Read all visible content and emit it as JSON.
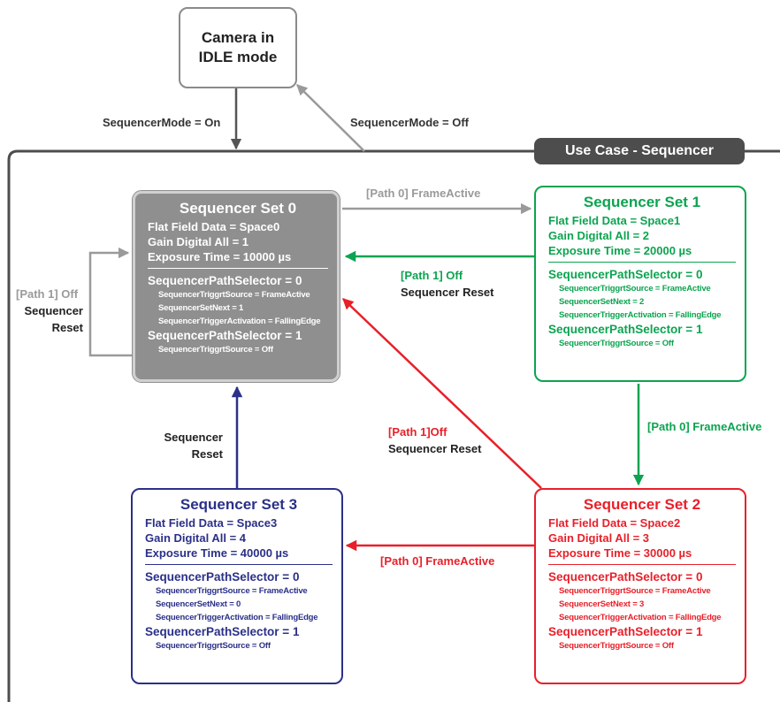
{
  "idle": {
    "line1": "Camera in",
    "line2": "IDLE mode"
  },
  "transitions": {
    "mode_on": "SequencerMode = On",
    "mode_off": "SequencerMode = Off",
    "s0_to_s1": "[Path 0] FrameActive",
    "s1_to_s0_path": "[Path 1] Off",
    "s1_to_s0_reset": "Sequencer Reset",
    "s0_self_path": "[Path 1] Off",
    "s0_self_reset1": "Sequencer",
    "s0_self_reset2": "Reset",
    "s1_to_s2": "[Path 0] FrameActive",
    "s2_to_s0_path": "[Path 1]Off",
    "s2_to_s0_reset": "Sequencer Reset",
    "s2_to_s3": "[Path 0] FrameActive",
    "s3_to_s0_reset1": "Sequencer",
    "s3_to_s0_reset2": "Reset"
  },
  "use_case": "Use Case - Sequencer",
  "sets": {
    "set0": {
      "title": "Sequencer Set 0",
      "flat_field": "Flat Field Data = Space0",
      "gain": "Gain Digital All = 1",
      "exposure": "Exposure Time = 10000 µs",
      "sel0": "SequencerPathSelector = 0",
      "trig_src0": "SequencerTriggrtSource = FrameActive",
      "set_next": "SequencerSetNext = 1",
      "trig_act": "SequencerTriggerActivation = FallingEdge",
      "sel1": "SequencerPathSelector = 1",
      "trig_src1": "SequencerTriggrtSource = Off"
    },
    "set1": {
      "title": "Sequencer Set 1",
      "flat_field": "Flat Field Data = Space1",
      "gain": "Gain Digital All = 2",
      "exposure": "Exposure Time = 20000 µs",
      "sel0": "SequencerPathSelector = 0",
      "trig_src0": "SequencerTriggrtSource = FrameActive",
      "set_next": "SequencerSetNext = 2",
      "trig_act": "SequencerTriggerActivation = FallingEdge",
      "sel1": "SequencerPathSelector = 1",
      "trig_src1": "SequencerTriggrtSource = Off"
    },
    "set2": {
      "title": "Sequencer Set 2",
      "flat_field": "Flat Field Data = Space2",
      "gain": "Gain Digital All = 3",
      "exposure": "Exposure Time = 30000 µs",
      "sel0": "SequencerPathSelector = 0",
      "trig_src0": "SequencerTriggrtSource = FrameActive",
      "set_next": "SequencerSetNext = 3",
      "trig_act": "SequencerTriggerActivation = FallingEdge",
      "sel1": "SequencerPathSelector = 1",
      "trig_src1": "SequencerTriggrtSource = Off"
    },
    "set3": {
      "title": "Sequencer Set 3",
      "flat_field": "Flat Field Data = Space3",
      "gain": "Gain Digital All = 4",
      "exposure": "Exposure Time = 40000 µs",
      "sel0": "SequencerPathSelector = 0",
      "trig_src0": "SequencerTriggrtSource = FrameActive",
      "set_next": "SequencerSetNext = 0",
      "trig_act": "SequencerTriggerActivation = FallingEdge",
      "sel1": "SequencerPathSelector = 1",
      "trig_src1": "SequencerTriggrtSource = Off"
    }
  },
  "colors": {
    "gray": "#8f8f8f",
    "green": "#0ca450",
    "red": "#e8202a",
    "navy": "#2b3088",
    "frame": "#4d4d4d"
  }
}
